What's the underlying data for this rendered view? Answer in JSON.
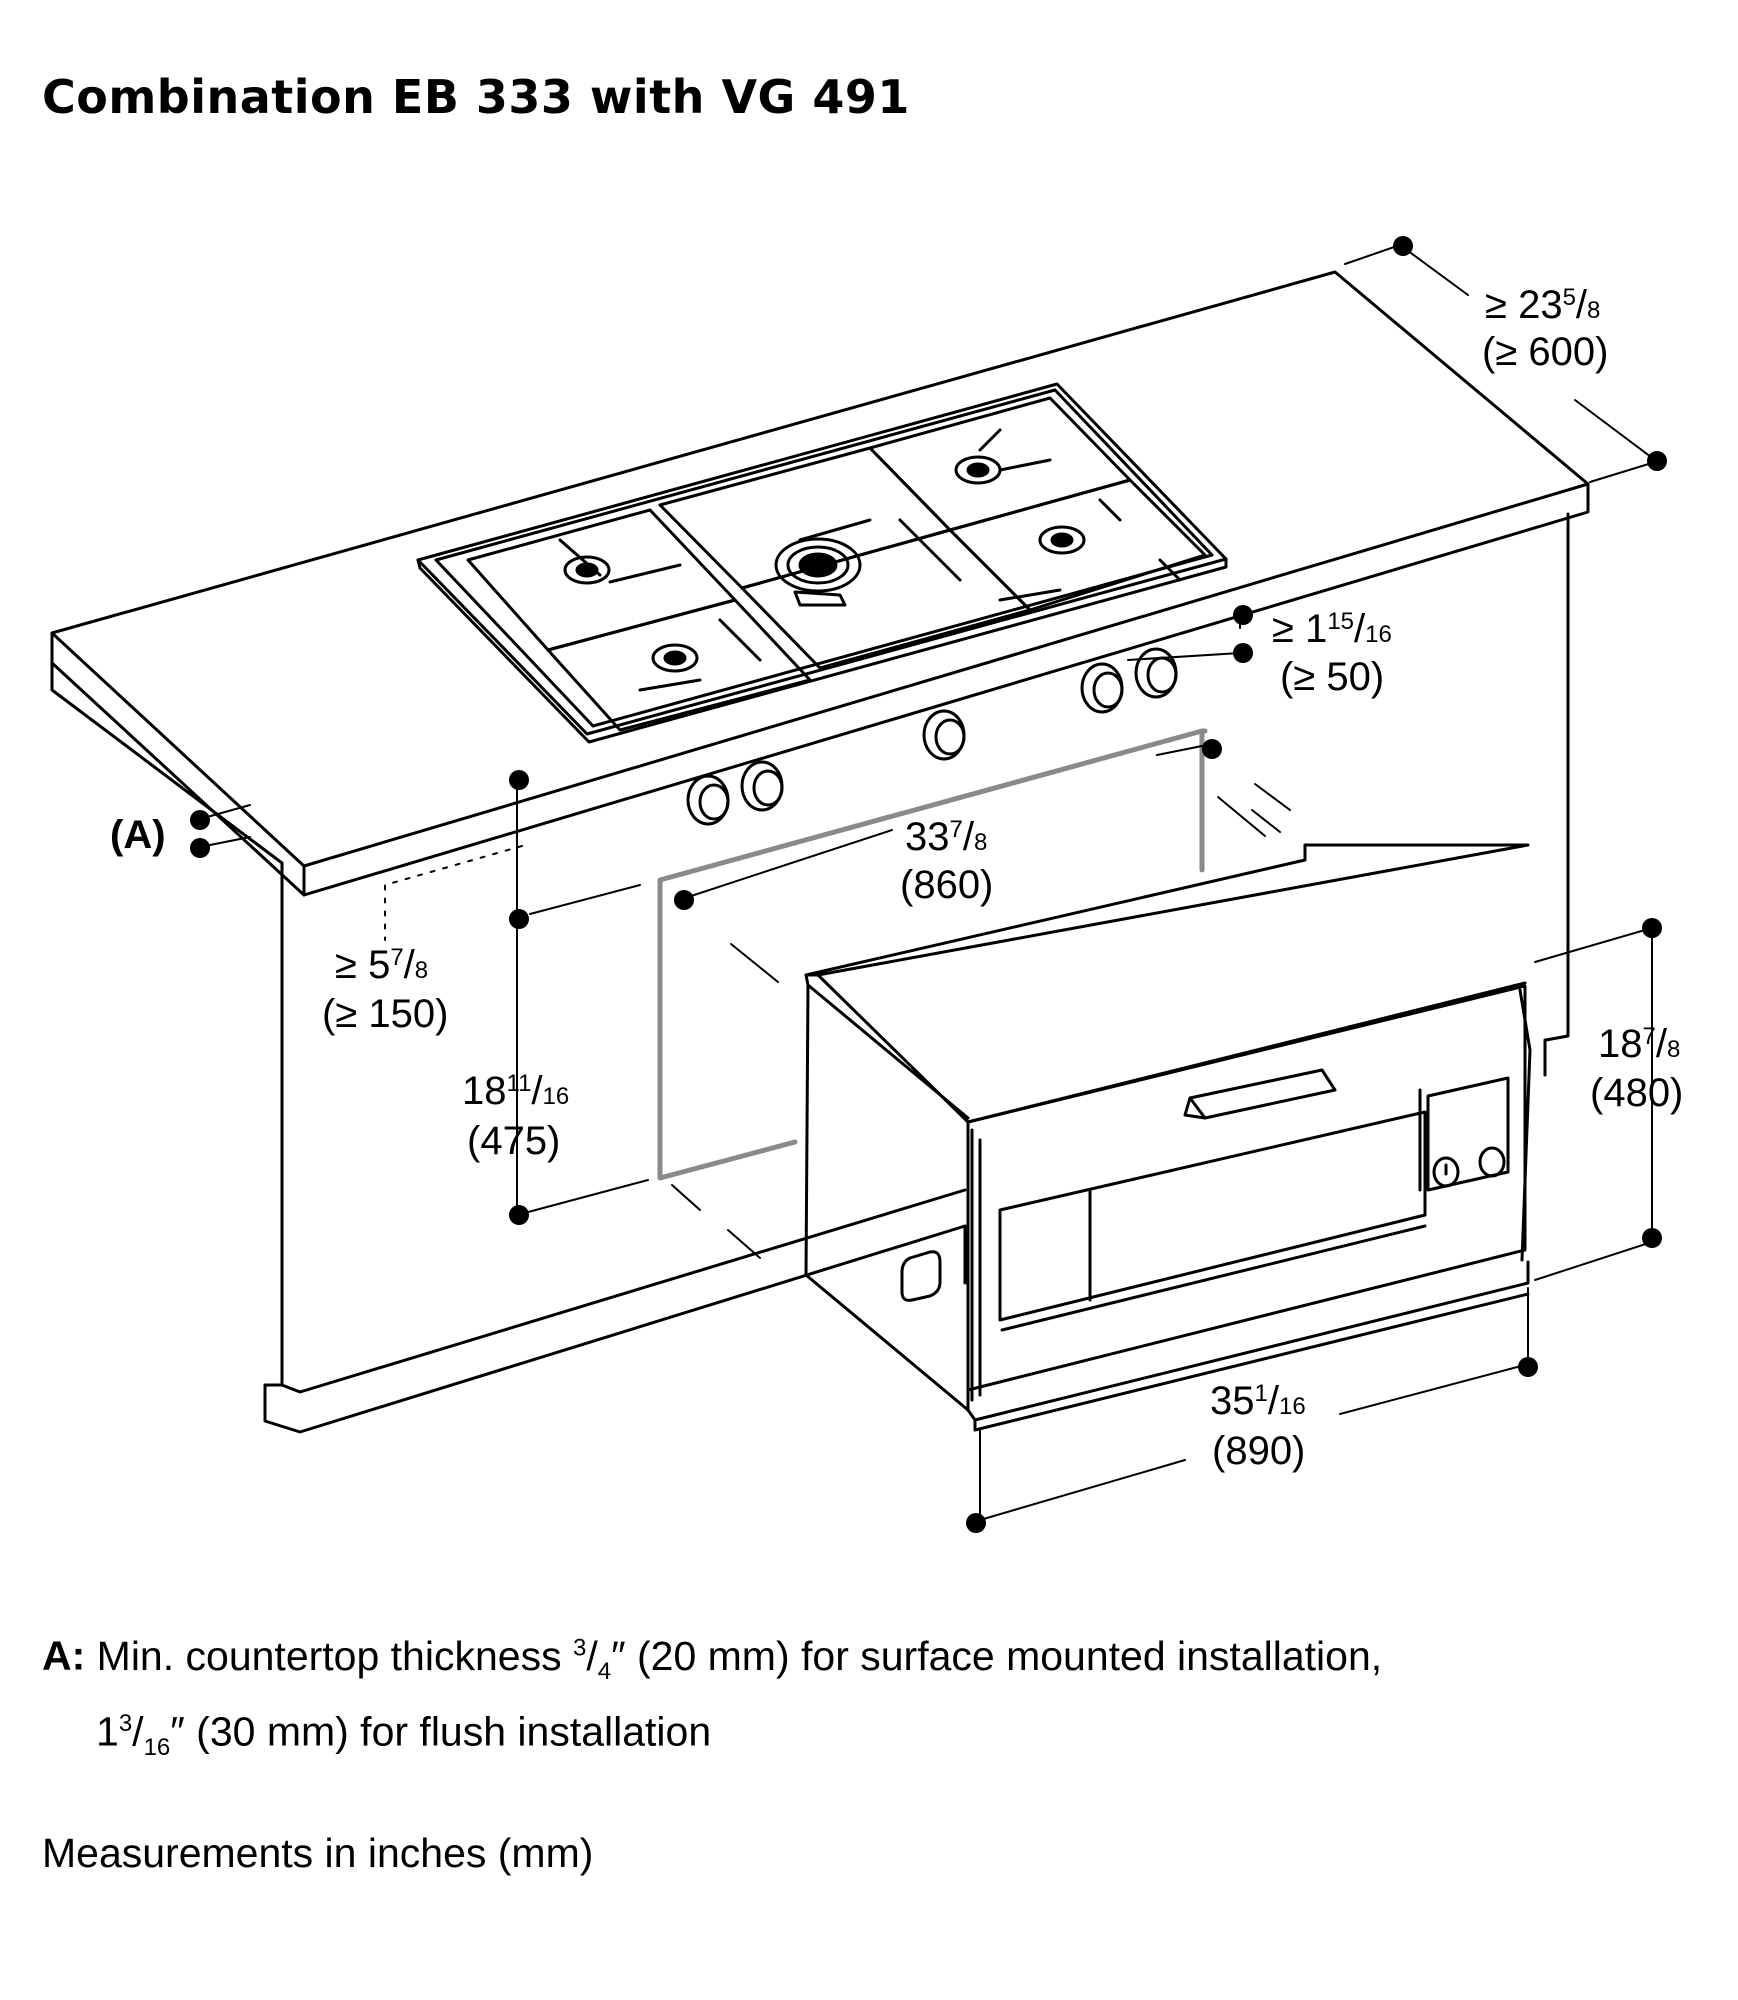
{
  "title": "Combination EB 333 with VG 491",
  "dimensions": {
    "depth_clearance": {
      "label_prefix": "≥ 23",
      "num": "5",
      "den": "8",
      "mm": "(≥ 600)"
    },
    "panel_gap": {
      "label_prefix": "≥ 1",
      "num": "15",
      "den": "16",
      "mm": "(≥ 50)"
    },
    "side_clearance": {
      "label_prefix": "≥ 5",
      "num": "7",
      "den": "8",
      "mm": "(≥ 150)"
    },
    "cutout_width": {
      "label_prefix": "33",
      "num": "7",
      "den": "8",
      "mm": "(860)"
    },
    "cutout_height": {
      "label_prefix": "18",
      "num": "11",
      "den": "16",
      "mm": "(475)"
    },
    "oven_height": {
      "label_prefix": "18",
      "num": "7",
      "den": "8",
      "mm": "(480)"
    },
    "oven_width": {
      "label_prefix": "35",
      "num": "1",
      "den": "16",
      "mm": "(890)"
    },
    "countertop_marker": "(A)"
  },
  "note": {
    "label": "A:",
    "line1_a": "Min. countertop thickness ",
    "line1_num": "3",
    "line1_den": "4",
    "line1_b": "″ (20 mm) for surface mounted installation,",
    "line2_a": "1",
    "line2_num": "3",
    "line2_den": "16",
    "line2_b": "″ (30 mm) for flush installation"
  },
  "units_note": "Measurements in inches (mm)"
}
